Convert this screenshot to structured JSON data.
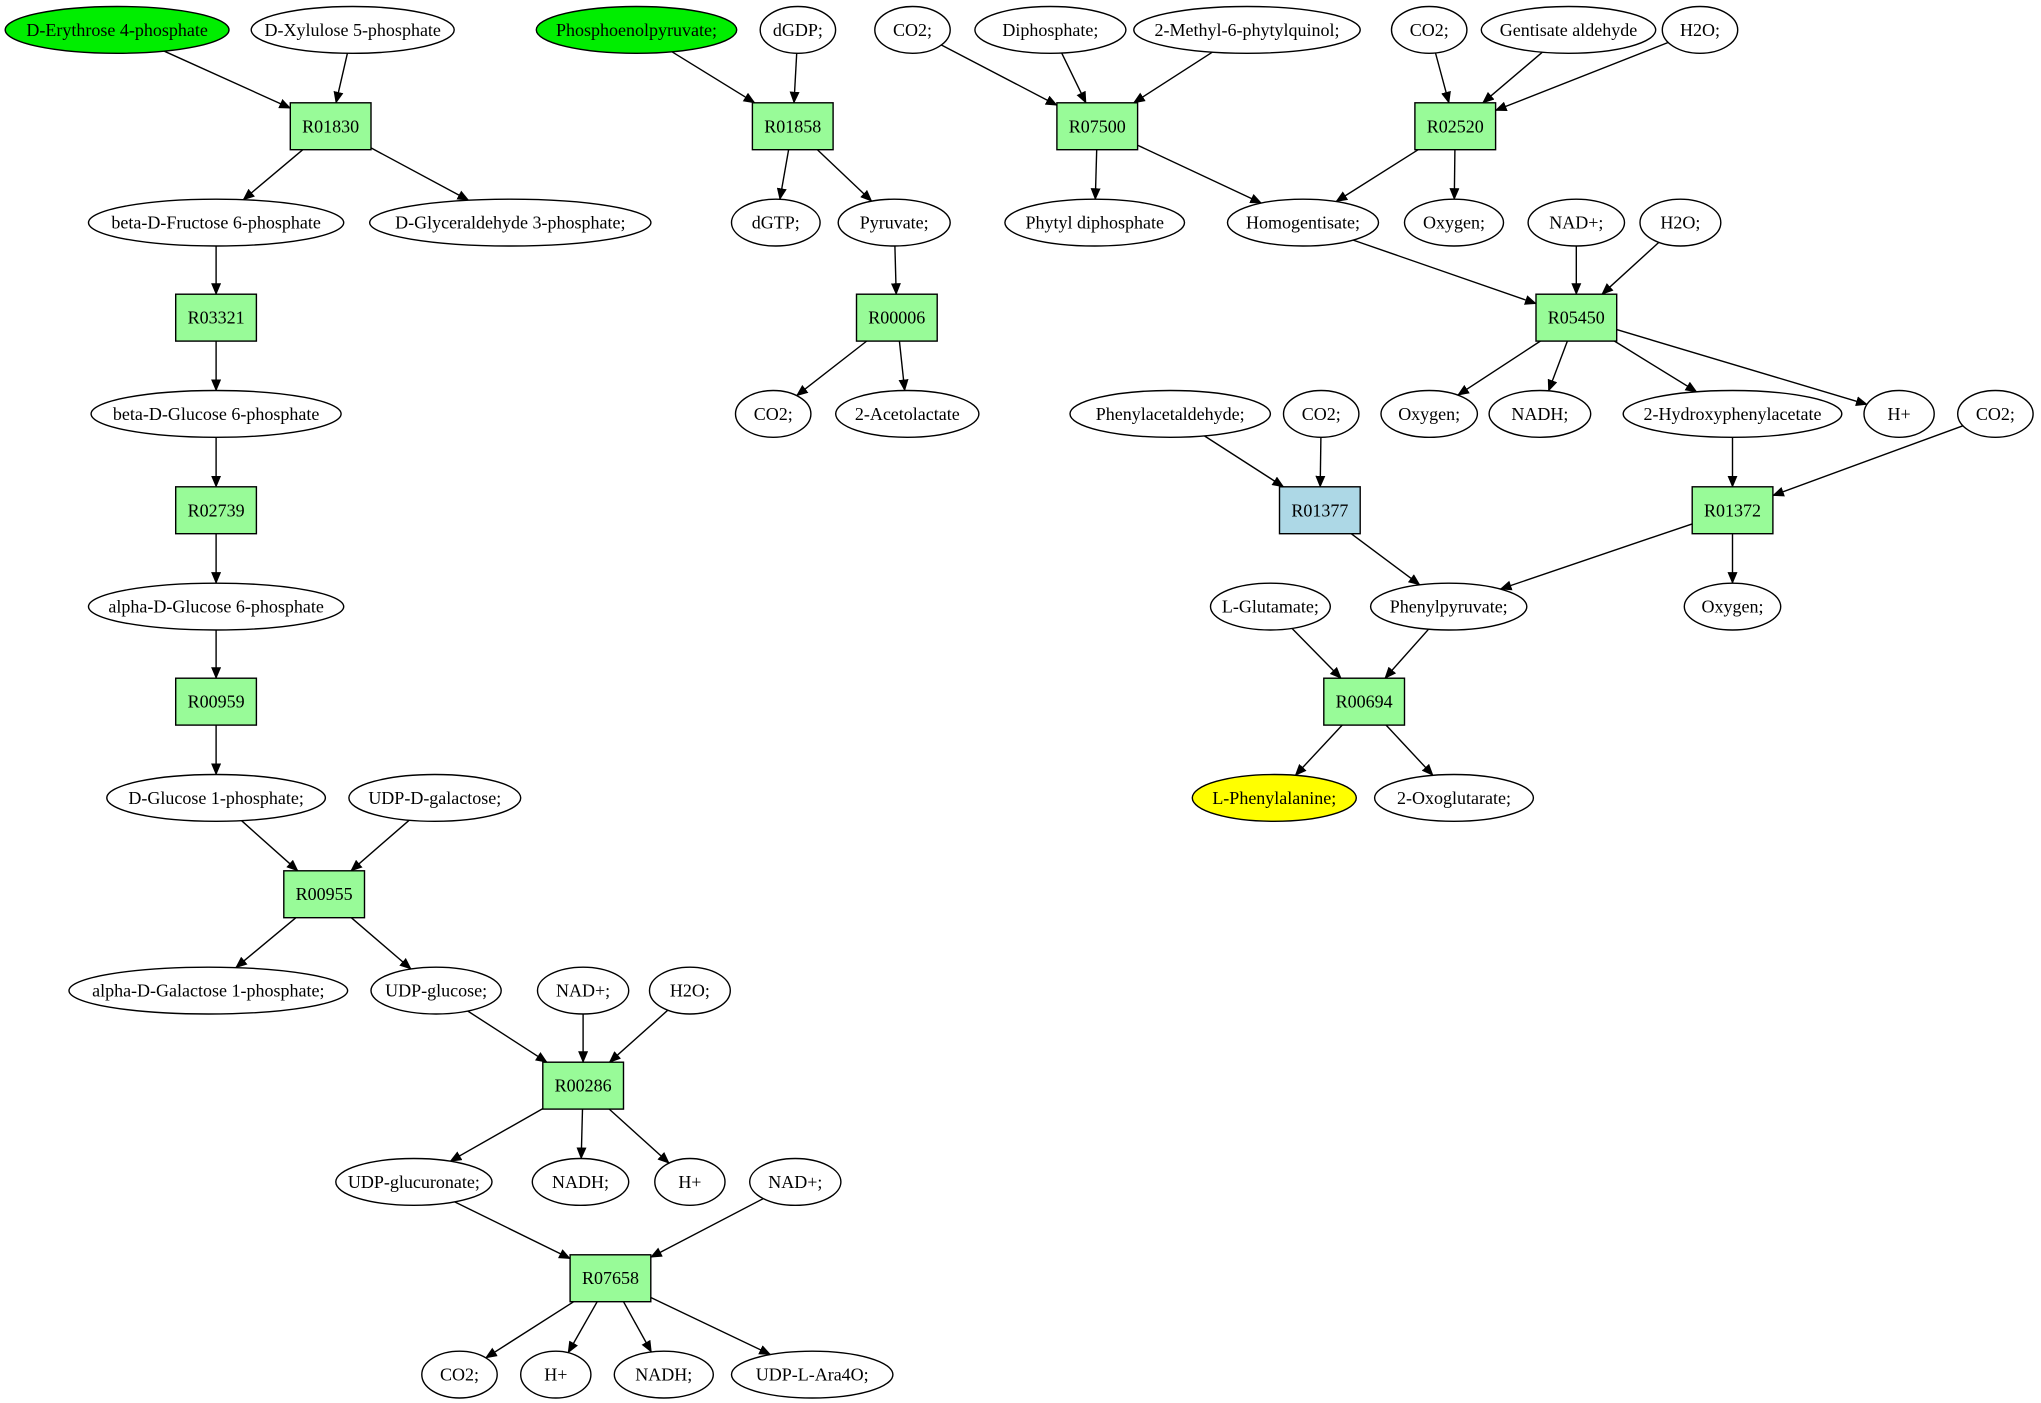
{
  "colors": {
    "source": "#00ee00",
    "target": "#ffff00",
    "reaction": "#98fb98",
    "reaction_alt": "#add8e6",
    "compound": "#ffffff"
  },
  "nodes": [
    {
      "id": "c1",
      "kind": "compound",
      "label": "D-Erythrose 4-phosphate",
      "fill": "source"
    },
    {
      "id": "c2",
      "kind": "compound",
      "label": "D-Xylulose 5-phosphate"
    },
    {
      "id": "c3",
      "kind": "compound",
      "label": "Phosphoenolpyruvate;",
      "fill": "source"
    },
    {
      "id": "c4",
      "kind": "compound",
      "label": "dGDP;"
    },
    {
      "id": "c5",
      "kind": "compound",
      "label": "CO2;"
    },
    {
      "id": "c6",
      "kind": "compound",
      "label": "Diphosphate;"
    },
    {
      "id": "c7",
      "kind": "compound",
      "label": "2-Methyl-6-phytylquinol;"
    },
    {
      "id": "c8",
      "kind": "compound",
      "label": "CO2;"
    },
    {
      "id": "c9",
      "kind": "compound",
      "label": "Gentisate aldehyde"
    },
    {
      "id": "c10",
      "kind": "compound",
      "label": "H2O;"
    },
    {
      "id": "r1",
      "kind": "reaction",
      "label": "R01830"
    },
    {
      "id": "r2",
      "kind": "reaction",
      "label": "R01858"
    },
    {
      "id": "r3",
      "kind": "reaction",
      "label": "R07500"
    },
    {
      "id": "r4",
      "kind": "reaction",
      "label": "R02520"
    },
    {
      "id": "c11",
      "kind": "compound",
      "label": "beta-D-Fructose 6-phosphate"
    },
    {
      "id": "c12",
      "kind": "compound",
      "label": "D-Glyceraldehyde 3-phosphate;"
    },
    {
      "id": "c13",
      "kind": "compound",
      "label": "dGTP;"
    },
    {
      "id": "c14",
      "kind": "compound",
      "label": "Pyruvate;"
    },
    {
      "id": "c15",
      "kind": "compound",
      "label": "Phytyl diphosphate"
    },
    {
      "id": "c16",
      "kind": "compound",
      "label": "Homogentisate;"
    },
    {
      "id": "c17",
      "kind": "compound",
      "label": "Oxygen;"
    },
    {
      "id": "c18",
      "kind": "compound",
      "label": "NAD+;"
    },
    {
      "id": "c19",
      "kind": "compound",
      "label": "H2O;"
    },
    {
      "id": "r5",
      "kind": "reaction",
      "label": "R03321"
    },
    {
      "id": "r6",
      "kind": "reaction",
      "label": "R00006"
    },
    {
      "id": "r7",
      "kind": "reaction",
      "label": "R05450"
    },
    {
      "id": "c20",
      "kind": "compound",
      "label": "beta-D-Glucose 6-phosphate"
    },
    {
      "id": "c21",
      "kind": "compound",
      "label": "CO2;"
    },
    {
      "id": "c22",
      "kind": "compound",
      "label": "2-Acetolactate"
    },
    {
      "id": "c23",
      "kind": "compound",
      "label": "Phenylacetaldehyde;"
    },
    {
      "id": "c24",
      "kind": "compound",
      "label": "CO2;"
    },
    {
      "id": "c25",
      "kind": "compound",
      "label": "Oxygen;"
    },
    {
      "id": "c26",
      "kind": "compound",
      "label": "NADH;"
    },
    {
      "id": "c27",
      "kind": "compound",
      "label": "2-Hydroxyphenylacetate"
    },
    {
      "id": "c28",
      "kind": "compound",
      "label": "H+"
    },
    {
      "id": "c29",
      "kind": "compound",
      "label": "CO2;"
    },
    {
      "id": "r8",
      "kind": "reaction",
      "label": "R02739"
    },
    {
      "id": "r9",
      "kind": "reaction",
      "label": "R01377",
      "fill": "reaction_alt"
    },
    {
      "id": "r10",
      "kind": "reaction",
      "label": "R01372"
    },
    {
      "id": "c30",
      "kind": "compound",
      "label": "alpha-D-Glucose 6-phosphate"
    },
    {
      "id": "c31",
      "kind": "compound",
      "label": "L-Glutamate;"
    },
    {
      "id": "c32",
      "kind": "compound",
      "label": "Phenylpyruvate;"
    },
    {
      "id": "c33",
      "kind": "compound",
      "label": "Oxygen;"
    },
    {
      "id": "r11",
      "kind": "reaction",
      "label": "R00959"
    },
    {
      "id": "r12",
      "kind": "reaction",
      "label": "R00694"
    },
    {
      "id": "c34",
      "kind": "compound",
      "label": "D-Glucose 1-phosphate;"
    },
    {
      "id": "c35",
      "kind": "compound",
      "label": "UDP-D-galactose;"
    },
    {
      "id": "c36",
      "kind": "compound",
      "label": "L-Phenylalanine;",
      "fill": "target"
    },
    {
      "id": "c37",
      "kind": "compound",
      "label": "2-Oxoglutarate;"
    },
    {
      "id": "r13",
      "kind": "reaction",
      "label": "R00955"
    },
    {
      "id": "c38",
      "kind": "compound",
      "label": "alpha-D-Galactose 1-phosphate;"
    },
    {
      "id": "c39",
      "kind": "compound",
      "label": "UDP-glucose;"
    },
    {
      "id": "c40",
      "kind": "compound",
      "label": "NAD+;"
    },
    {
      "id": "c41",
      "kind": "compound",
      "label": "H2O;"
    },
    {
      "id": "r14",
      "kind": "reaction",
      "label": "R00286"
    },
    {
      "id": "c42",
      "kind": "compound",
      "label": "UDP-glucuronate;"
    },
    {
      "id": "c43",
      "kind": "compound",
      "label": "NADH;"
    },
    {
      "id": "c44",
      "kind": "compound",
      "label": "H+"
    },
    {
      "id": "c45",
      "kind": "compound",
      "label": "NAD+;"
    },
    {
      "id": "r15",
      "kind": "reaction",
      "label": "R07658"
    },
    {
      "id": "c46",
      "kind": "compound",
      "label": "CO2;"
    },
    {
      "id": "c47",
      "kind": "compound",
      "label": "H+"
    },
    {
      "id": "c48",
      "kind": "compound",
      "label": "NADH;"
    },
    {
      "id": "c49",
      "kind": "compound",
      "label": "UDP-L-Ara4O;"
    }
  ],
  "edges": [
    [
      "c1",
      "r1"
    ],
    [
      "c2",
      "r1"
    ],
    [
      "r1",
      "c11"
    ],
    [
      "r1",
      "c12"
    ],
    [
      "c11",
      "r5"
    ],
    [
      "r5",
      "c20"
    ],
    [
      "c20",
      "r8"
    ],
    [
      "r8",
      "c30"
    ],
    [
      "c30",
      "r11"
    ],
    [
      "r11",
      "c34"
    ],
    [
      "c34",
      "r13"
    ],
    [
      "c35",
      "r13"
    ],
    [
      "r13",
      "c38"
    ],
    [
      "r13",
      "c39"
    ],
    [
      "c39",
      "r14"
    ],
    [
      "c40",
      "r14"
    ],
    [
      "c41",
      "r14"
    ],
    [
      "r14",
      "c42"
    ],
    [
      "r14",
      "c43"
    ],
    [
      "r14",
      "c44"
    ],
    [
      "c42",
      "r15"
    ],
    [
      "c45",
      "r15"
    ],
    [
      "r15",
      "c46"
    ],
    [
      "r15",
      "c47"
    ],
    [
      "r15",
      "c48"
    ],
    [
      "r15",
      "c49"
    ],
    [
      "c3",
      "r2"
    ],
    [
      "c4",
      "r2"
    ],
    [
      "r2",
      "c13"
    ],
    [
      "r2",
      "c14"
    ],
    [
      "c14",
      "r6"
    ],
    [
      "r6",
      "c21"
    ],
    [
      "r6",
      "c22"
    ],
    [
      "c5",
      "r3"
    ],
    [
      "c6",
      "r3"
    ],
    [
      "c7",
      "r3"
    ],
    [
      "r3",
      "c15"
    ],
    [
      "r3",
      "c16"
    ],
    [
      "c8",
      "r4"
    ],
    [
      "c9",
      "r4"
    ],
    [
      "c10",
      "r4"
    ],
    [
      "r4",
      "c16"
    ],
    [
      "r4",
      "c17"
    ],
    [
      "c16",
      "r7"
    ],
    [
      "c18",
      "r7"
    ],
    [
      "c19",
      "r7"
    ],
    [
      "r7",
      "c25"
    ],
    [
      "r7",
      "c26"
    ],
    [
      "r7",
      "c27"
    ],
    [
      "r7",
      "c28"
    ],
    [
      "c27",
      "r10"
    ],
    [
      "c29",
      "r10"
    ],
    [
      "r10",
      "c32"
    ],
    [
      "r10",
      "c33"
    ],
    [
      "c23",
      "r9"
    ],
    [
      "c24",
      "r9"
    ],
    [
      "r9",
      "c32"
    ],
    [
      "c31",
      "r12"
    ],
    [
      "c32",
      "r12"
    ],
    [
      "r12",
      "c36"
    ],
    [
      "r12",
      "c37"
    ]
  ]
}
